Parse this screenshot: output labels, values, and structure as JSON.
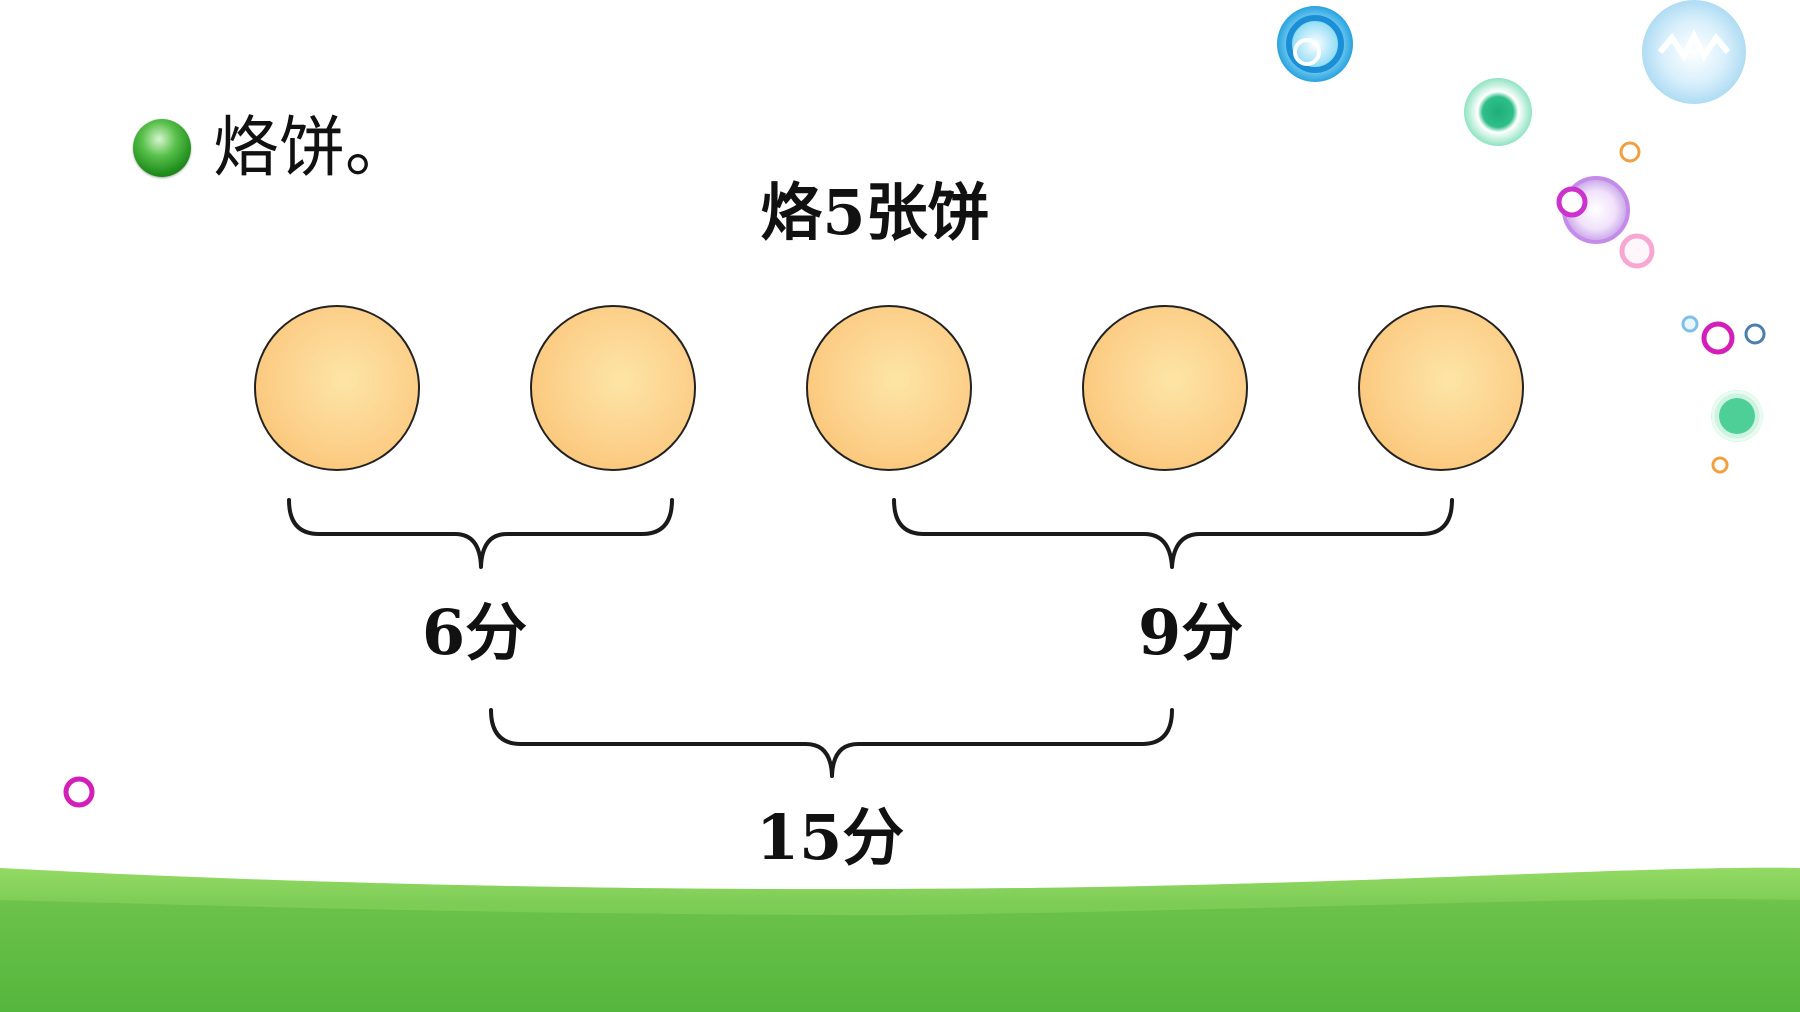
{
  "slide": {
    "heading": "烙饼。",
    "title": "烙5张饼",
    "pancake_count": 5,
    "time_labels": {
      "left": "6分",
      "right": "9分",
      "total": "15分"
    }
  },
  "colors": {
    "pancake_fill": "#fcd08a",
    "pancake_outline": "#222222",
    "grass": "#6cc24a",
    "bullet": "#2e9d2a",
    "text": "#111111"
  },
  "decorations": [
    "bubble-icon",
    "grass-hill"
  ]
}
